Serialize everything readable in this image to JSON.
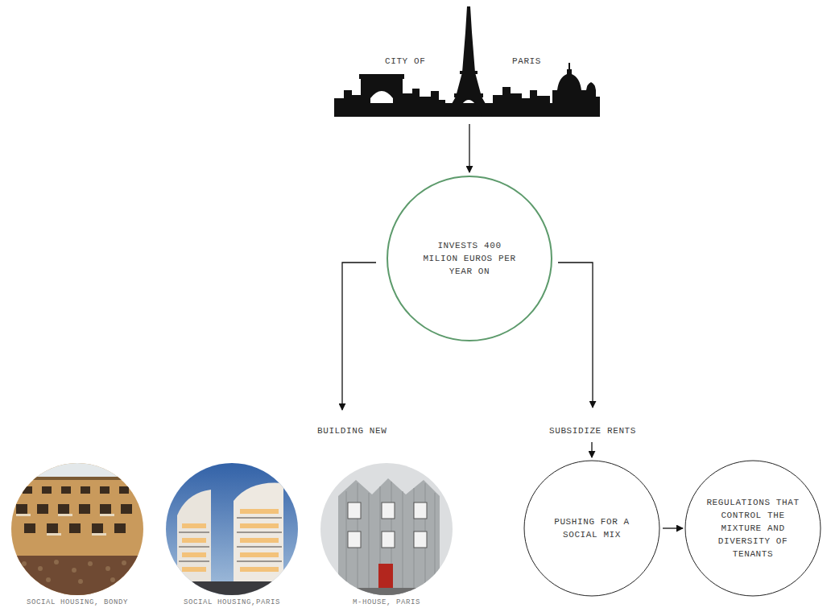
{
  "diagram": {
    "nodes": [
      {
        "text": [
          "CITY OF",
          "PARIS"
        ]
      },
      {
        "text": [
          "INVESTS 400 MILION EUROS PER YEAR ON"
        ]
      },
      {
        "text": [
          "BUILDING NEW"
        ]
      },
      {
        "text": [
          "SUBSIDIZE RENTS"
        ]
      },
      {
        "text": [
          "SOCIAL HOUSING, BONDY"
        ]
      },
      {
        "text": [
          "SOCIAL HOUSING,PARIS"
        ]
      },
      {
        "text": [
          "M-HOUSE, PARIS"
        ]
      },
      {
        "text": [
          "PUSHING FOR A SOCIAL MIX"
        ]
      },
      {
        "text": [
          "REGULATIONS THAT CONTROL THE MIXTURE AND DIVERSITY OF TENANTS"
        ]
      }
    ],
    "edges": [
      {
        "from": 0,
        "to": 1,
        "arrow": "to"
      },
      {
        "from": 1,
        "to": 2,
        "arrow": "to"
      },
      {
        "from": 1,
        "to": 3,
        "arrow": "to"
      },
      {
        "from": 3,
        "to": 7,
        "arrow": "to"
      },
      {
        "from": 7,
        "to": 8,
        "arrow": "to"
      }
    ]
  }
}
